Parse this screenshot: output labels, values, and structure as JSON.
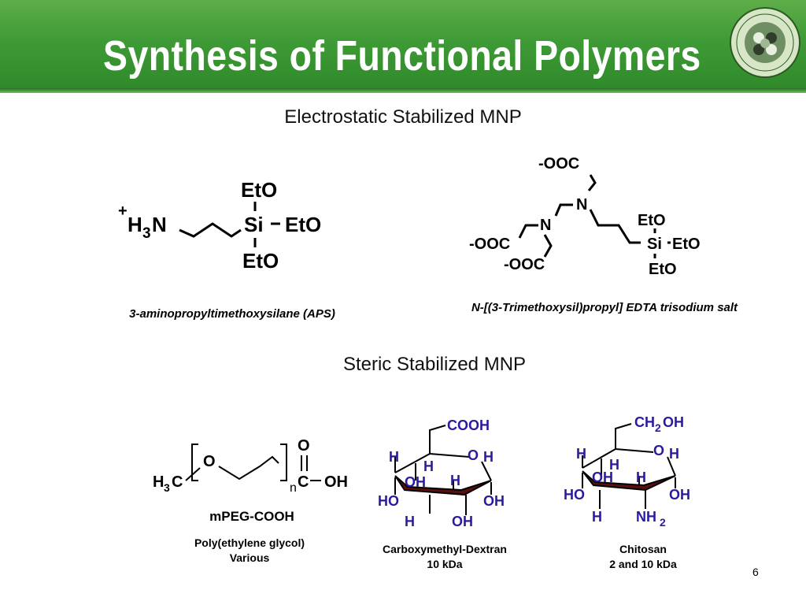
{
  "slide": {
    "title": "Synthesis of Functional Polymers",
    "page_number": "6",
    "colors": {
      "header_green": "#3f9b36",
      "sugar_text": "#2a1aa0",
      "ring_fill": "#5a0f0f"
    }
  },
  "logo": {
    "icon": "university-seal-icon"
  },
  "electrostatic": {
    "heading": "Electrostatic Stabilized MNP",
    "aps": {
      "name": "3-aminopropyltimethoxysilane (APS)",
      "labels": {
        "plus": "+",
        "h": "H",
        "sub3": "3",
        "n": "N",
        "si": "Si",
        "eto_top": "EtO",
        "eto_right": "EtO",
        "eto_bottom": "EtO"
      }
    },
    "edta": {
      "name": "N-[(3-Trimethoxysil)propyl] EDTA trisodium salt",
      "labels": {
        "ooc_top": "-OOC",
        "n1": "N",
        "n2": "N",
        "ooc_left": "-OOC",
        "ooc_bottom": "-OOC",
        "eto_top": "EtO",
        "si": "Si",
        "eto_right": "EtO",
        "eto_bottom": "EtO"
      }
    }
  },
  "steric": {
    "heading": "Steric Stabilized MNP",
    "mpeg": {
      "labels": {
        "o_ring": "O",
        "o_carbonyl": "O",
        "h": "H",
        "sub3": "3",
        "c_methyl": "C",
        "n": "n",
        "c_acid": "C",
        "oh": "OH"
      },
      "name": "mPEG-COOH",
      "caption_line1": "Poly(ethylene glycol)",
      "caption_line2": "Various"
    },
    "dextran": {
      "labels": {
        "cooh": "COOH",
        "h1": "H",
        "o": "O",
        "h2": "H",
        "h3": "H",
        "oh1": "OH",
        "h4": "H",
        "ho": "HO",
        "oh2": "OH",
        "h5": "H",
        "oh3": "OH"
      },
      "caption_line1": "Carboxymethyl-Dextran",
      "caption_line2": "10 kDa"
    },
    "chitosan": {
      "labels": {
        "ch": "CH",
        "sub2": "2",
        "oh_top": "OH",
        "h1": "H",
        "o": "O",
        "h2": "H",
        "h3": "H",
        "oh1": "OH",
        "h4": "H",
        "ho": "HO",
        "oh2": "OH",
        "h5": "H",
        "nh": "NH",
        "sub2b": "2"
      },
      "caption_line1": "Chitosan",
      "caption_line2": "2 and 10 kDa"
    }
  }
}
